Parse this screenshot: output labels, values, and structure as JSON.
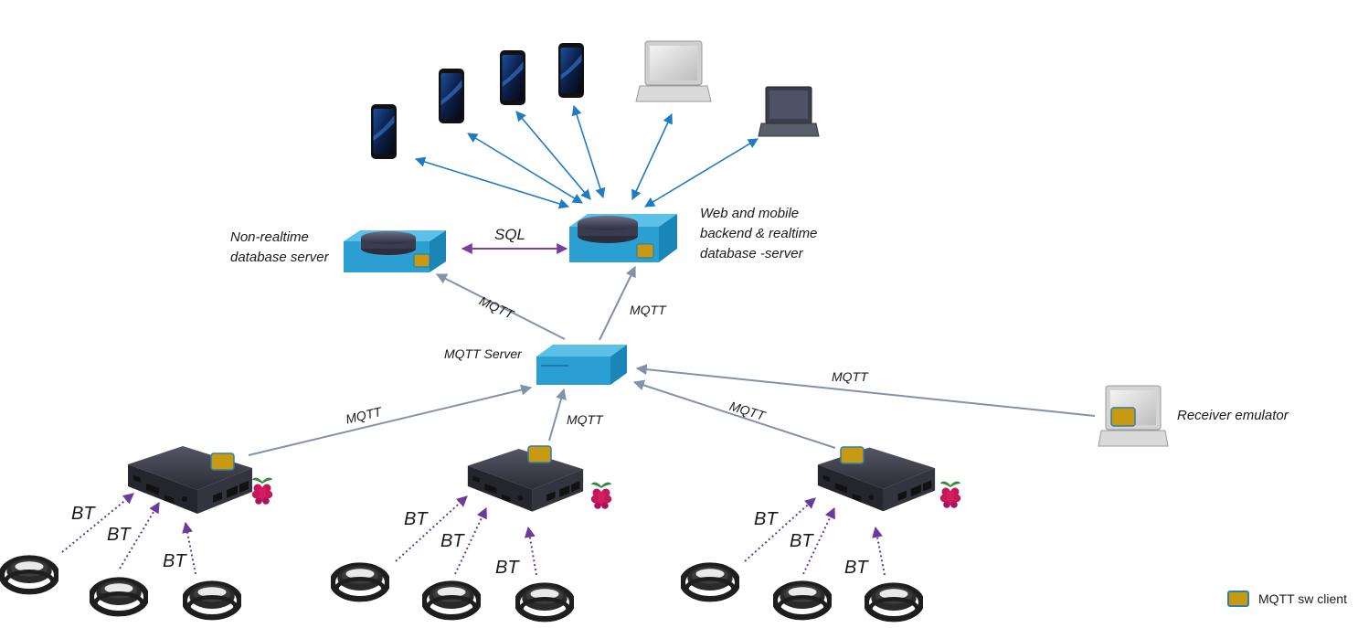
{
  "labels": {
    "non_realtime_db": "Non-realtime\ndatabase server",
    "web_backend": "Web and mobile\nbackend & realtime\ndatabase -server",
    "sql": "SQL",
    "mqtt_server": "MQTT Server",
    "mqtt": "MQTT",
    "bt": "BT",
    "receiver_emulator": "Receiver emulator"
  },
  "legend": {
    "label": "MQTT sw client"
  },
  "colors": {
    "arrow_blue": "#1f7bc4",
    "arrow_gray": "#8093aa",
    "sql_purple": "#7a3fa0",
    "bt_purple": "#6b3a9c",
    "server_blue": "#2b9fd2",
    "client_gold": "#c89a12",
    "pi_box": "#3d3d48",
    "raspberry_red": "#c2185b"
  },
  "icons": [
    "smartphone-icon",
    "laptop-icon",
    "database-server-icon",
    "mqtt-server-icon",
    "raspberry-pi-box-icon",
    "raspberry-logo-icon",
    "wristband-icon"
  ]
}
